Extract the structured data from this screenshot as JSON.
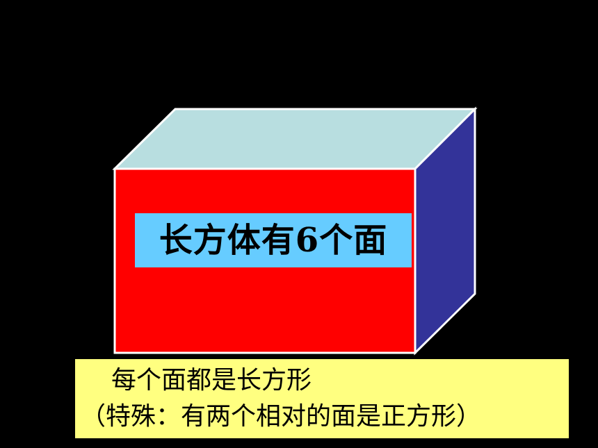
{
  "shape": {
    "label": "长方体有6个面",
    "colors": {
      "front": "#FF0000",
      "top": "#B8DEE0",
      "side": "#333399",
      "edge": "#FFFFFF",
      "label_bg": "#66CCFF"
    }
  },
  "note": {
    "line1": "每个面都是长方形",
    "line2": "（特殊：有两个相对的面是正方形）",
    "bg": "#FFFF80"
  },
  "background": "#000000"
}
